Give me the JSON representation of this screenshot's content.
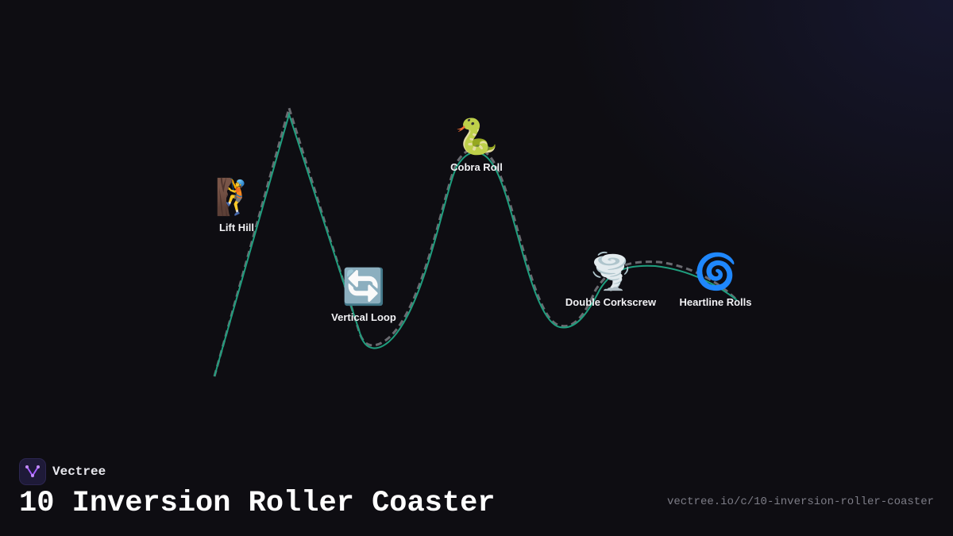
{
  "diagram": {
    "nodes": [
      {
        "id": "lift-hill",
        "label": "Lift Hill",
        "icon": "person-climbing-icon",
        "glyph": "🧗"
      },
      {
        "id": "vertical-loop",
        "label": "Vertical Loop",
        "icon": "counterclockwise-arrows-icon",
        "glyph": "🔄"
      },
      {
        "id": "cobra-roll",
        "label": "Cobra Roll",
        "icon": "snake-icon",
        "glyph": "🐍"
      },
      {
        "id": "double-corkscrew",
        "label": "Double Corkscrew",
        "icon": "tornado-icon",
        "glyph": "🌪️"
      },
      {
        "id": "heartline-rolls",
        "label": "Heartline Rolls",
        "icon": "cyclone-icon",
        "glyph": "🌀"
      }
    ],
    "colors": {
      "track_solid": "#1f9e7e",
      "track_dashed": "#6a6a70",
      "background": "#0e0d12"
    }
  },
  "brand": {
    "name": "Vectree",
    "logo_icon": "vectree-logo-icon",
    "logo_color": "#a35cff"
  },
  "title": "10 Inversion Roller Coaster",
  "url": "vectree.io/c/10-inversion-roller-coaster"
}
